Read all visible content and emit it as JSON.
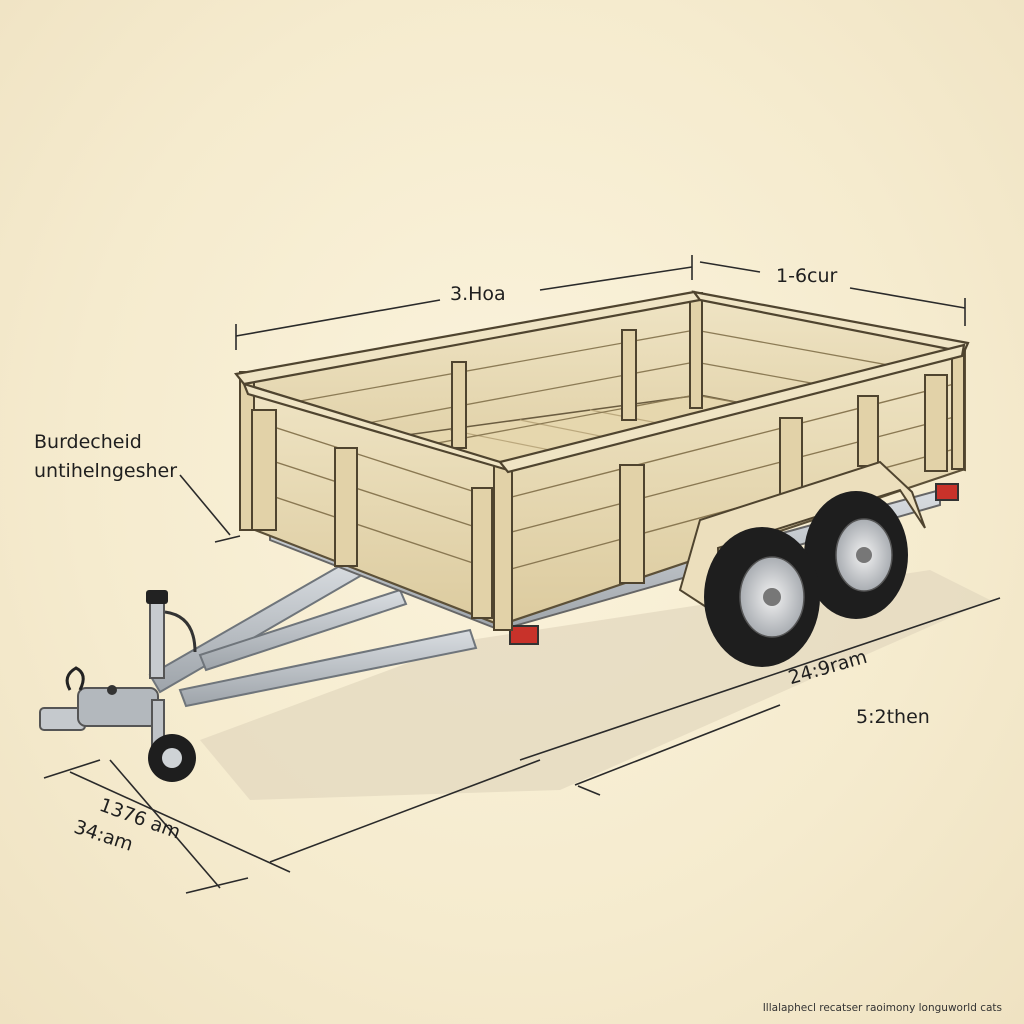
{
  "callout": {
    "line1": "Burdecheid",
    "line2": "untihelngesher"
  },
  "dimensions": {
    "top_length": "3.Hoa",
    "top_width": "1-6cur",
    "ground_length_1": "24:9ram",
    "ground_length_2": "5:2then",
    "front_1": "1376 am",
    "front_2": "34:am"
  },
  "credit": "Illalaphecl recatser raoimony longuworld cats",
  "colors": {
    "background": "#f5ebce",
    "wood": "#e9dcb8",
    "wood_shadow": "#d4c39a",
    "steel": "#b9bec3",
    "tire": "#1e1e1e",
    "tail_light": "#c8322a"
  },
  "icons": [
    "trailer-illustration",
    "wheel-icon",
    "jockey-wheel-icon",
    "hitch-icon"
  ]
}
